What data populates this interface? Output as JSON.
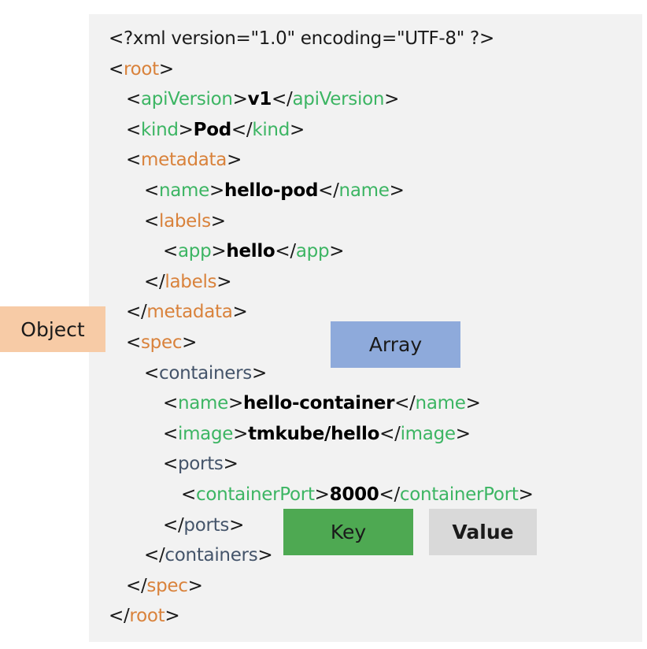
{
  "colors": {
    "object": "#d9823b",
    "key": "#3cb563",
    "array": "#44546a"
  },
  "lines": [
    {
      "indent": 0,
      "seg": [
        [
          "p",
          "<?xml version=\"1.0\" encoding=\"UTF-8\" ?>"
        ]
      ]
    },
    {
      "indent": 0,
      "seg": [
        [
          "p",
          "<"
        ],
        [
          "t-orange",
          "root"
        ],
        [
          "p",
          ">"
        ]
      ]
    },
    {
      "indent": 1,
      "seg": [
        [
          "p",
          "<"
        ],
        [
          "t-green",
          "apiVersion"
        ],
        [
          "p",
          ">"
        ],
        [
          "v",
          "v1"
        ],
        [
          "p",
          "</"
        ],
        [
          "t-green",
          "apiVersion"
        ],
        [
          "p",
          ">"
        ]
      ]
    },
    {
      "indent": 1,
      "seg": [
        [
          "p",
          "<"
        ],
        [
          "t-green",
          "kind"
        ],
        [
          "p",
          ">"
        ],
        [
          "v",
          "Pod"
        ],
        [
          "p",
          "</"
        ],
        [
          "t-green",
          "kind"
        ],
        [
          "p",
          ">"
        ]
      ]
    },
    {
      "indent": 1,
      "seg": [
        [
          "p",
          "<"
        ],
        [
          "t-orange",
          "metadata"
        ],
        [
          "p",
          ">"
        ]
      ]
    },
    {
      "indent": 2,
      "seg": [
        [
          "p",
          "<"
        ],
        [
          "t-green",
          "name"
        ],
        [
          "p",
          ">"
        ],
        [
          "v",
          "hello-pod"
        ],
        [
          "p",
          "</"
        ],
        [
          "t-green",
          "name"
        ],
        [
          "p",
          ">"
        ]
      ]
    },
    {
      "indent": 2,
      "seg": [
        [
          "p",
          "<"
        ],
        [
          "t-orange",
          "labels"
        ],
        [
          "p",
          ">"
        ]
      ]
    },
    {
      "indent": 3,
      "seg": [
        [
          "p",
          "<"
        ],
        [
          "t-green",
          "app"
        ],
        [
          "p",
          ">"
        ],
        [
          "v",
          "hello"
        ],
        [
          "p",
          "</"
        ],
        [
          "t-green",
          "app"
        ],
        [
          "p",
          ">"
        ]
      ]
    },
    {
      "indent": 2,
      "seg": [
        [
          "p",
          "</"
        ],
        [
          "t-orange",
          "labels"
        ],
        [
          "p",
          ">"
        ]
      ]
    },
    {
      "indent": 1,
      "seg": [
        [
          "p",
          "</"
        ],
        [
          "t-orange",
          "metadata"
        ],
        [
          "p",
          ">"
        ]
      ]
    },
    {
      "indent": 1,
      "seg": [
        [
          "p",
          "<"
        ],
        [
          "t-orange",
          "spec"
        ],
        [
          "p",
          ">"
        ]
      ]
    },
    {
      "indent": 2,
      "seg": [
        [
          "p",
          "<"
        ],
        [
          "t-blue",
          "containers"
        ],
        [
          "p",
          ">"
        ]
      ]
    },
    {
      "indent": 3,
      "seg": [
        [
          "p",
          "<"
        ],
        [
          "t-green",
          "name"
        ],
        [
          "p",
          ">"
        ],
        [
          "v",
          "hello-container"
        ],
        [
          "p",
          "</"
        ],
        [
          "t-green",
          "name"
        ],
        [
          "p",
          ">"
        ]
      ]
    },
    {
      "indent": 3,
      "seg": [
        [
          "p",
          "<"
        ],
        [
          "t-green",
          "image"
        ],
        [
          "p",
          ">"
        ],
        [
          "v",
          "tmkube/hello"
        ],
        [
          "p",
          "</"
        ],
        [
          "t-green",
          "image"
        ],
        [
          "p",
          ">"
        ]
      ]
    },
    {
      "indent": 3,
      "seg": [
        [
          "p",
          "<"
        ],
        [
          "t-blue",
          "ports"
        ],
        [
          "p",
          ">"
        ]
      ]
    },
    {
      "indent": 4,
      "seg": [
        [
          "p",
          "<"
        ],
        [
          "t-green",
          "containerPort"
        ],
        [
          "p",
          ">"
        ],
        [
          "v",
          "8000"
        ],
        [
          "p",
          "</"
        ],
        [
          "t-green",
          "containerPort"
        ],
        [
          "p",
          ">"
        ]
      ]
    },
    {
      "indent": 3,
      "seg": [
        [
          "p",
          "</"
        ],
        [
          "t-blue",
          "ports"
        ],
        [
          "p",
          ">"
        ]
      ]
    },
    {
      "indent": 2,
      "seg": [
        [
          "p",
          "</"
        ],
        [
          "t-blue",
          "containers"
        ],
        [
          "p",
          ">"
        ]
      ]
    },
    {
      "indent": 1,
      "seg": [
        [
          "p",
          "</"
        ],
        [
          "t-orange",
          "spec"
        ],
        [
          "p",
          ">"
        ]
      ]
    },
    {
      "indent": 0,
      "seg": [
        [
          "p",
          "</"
        ],
        [
          "t-orange",
          "root"
        ],
        [
          "p",
          ">"
        ]
      ]
    }
  ],
  "legend": {
    "object": "Object",
    "array": "Array",
    "key": "Key",
    "value": "Value"
  }
}
